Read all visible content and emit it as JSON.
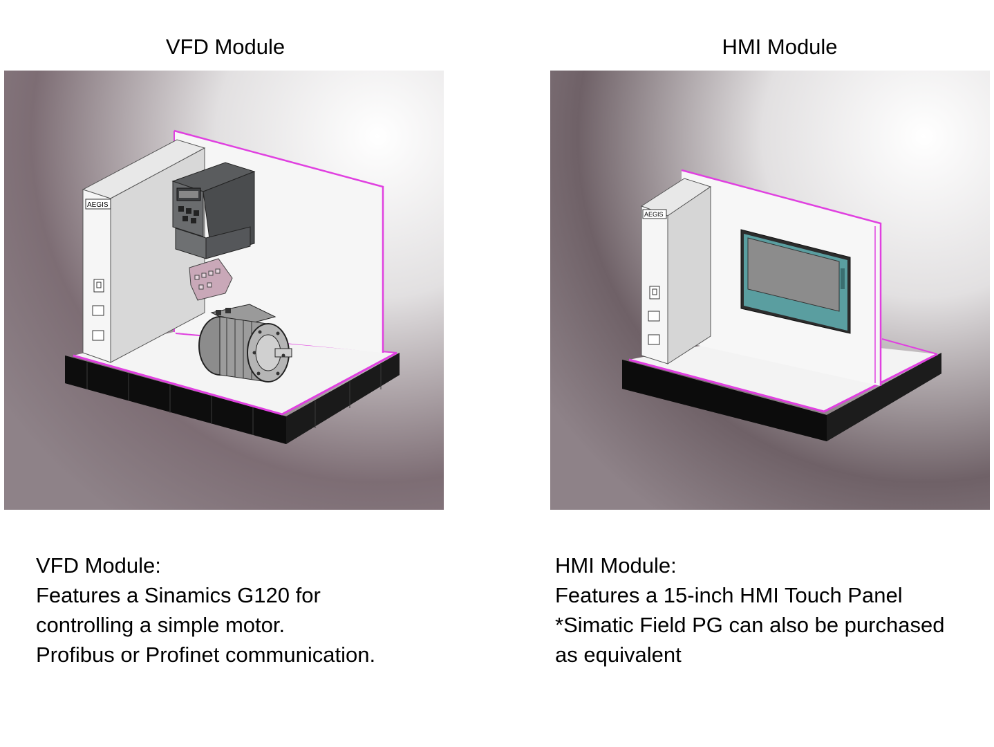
{
  "left": {
    "title": "VFD Module",
    "cabinet_logo": "AEGIS",
    "desc": [
      "VFD Module:",
      "Features a Sinamics G120 for",
      "controlling a simple motor.",
      "Profibus or Profinet communication."
    ]
  },
  "right": {
    "title": "HMI Module",
    "cabinet_logo": "AEGIS",
    "desc": [
      "HMI Module:",
      "Features a 15-inch HMI Touch Panel",
      "*Simatic Field PG can also be purchased",
      "as equivalent"
    ]
  },
  "colors": {
    "accent_magenta": "#e040e0",
    "base_black": "#111111",
    "hmi_frame": "#5a9ea0",
    "hmi_screen": "#8c8c8c"
  }
}
